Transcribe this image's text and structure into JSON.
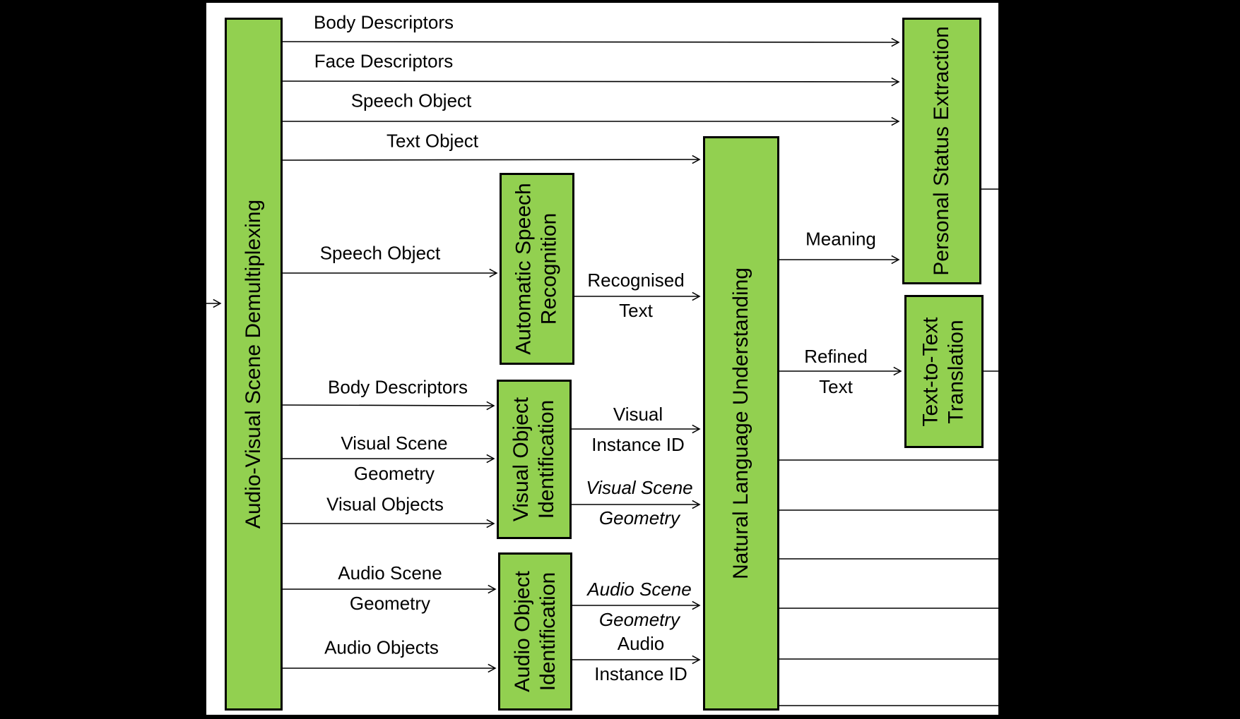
{
  "diagram": {
    "colors": {
      "box_fill": "#92D050",
      "box_border": "#000000",
      "line": "#000000",
      "canvas": "#FFFFFF",
      "background": "#000000"
    },
    "boxes": {
      "avsd": {
        "label": "Audio-Visual Scene Demultiplexing"
      },
      "asr": {
        "line1": "Automatic Speech",
        "line2": "Recognition"
      },
      "voi": {
        "line1": "Visual Object",
        "line2": "Identification"
      },
      "aoi": {
        "line1": "Audio Object",
        "line2": "Identification"
      },
      "nlu": {
        "label": "Natural Language Understanding"
      },
      "pse": {
        "label": "Personal Status Extraction"
      },
      "ttt": {
        "line1": "Text-to-Text",
        "line2": "Translation"
      }
    },
    "flows": {
      "body_descriptors_top": {
        "text": "Body Descriptors"
      },
      "face_descriptors": {
        "text": "Face Descriptors"
      },
      "speech_object_top": {
        "text": "Speech Object"
      },
      "text_object": {
        "text": "Text Object"
      },
      "speech_object_asr": {
        "text": "Speech Object"
      },
      "recognised_text": {
        "line1": "Recognised",
        "line2": "Text"
      },
      "body_descriptors_voi": {
        "text": "Body Descriptors"
      },
      "visual_scene_geometry_in": {
        "line1": "Visual Scene",
        "line2": "Geometry"
      },
      "visual_objects": {
        "text": "Visual Objects"
      },
      "visual_instance_id": {
        "line1": "Visual",
        "line2": "Instance ID"
      },
      "visual_scene_geometry_out": {
        "line1": "Visual Scene",
        "line2": "Geometry",
        "style": "italic"
      },
      "audio_scene_geometry_in": {
        "line1": "Audio Scene",
        "line2": "Geometry"
      },
      "audio_objects": {
        "text": "Audio Objects"
      },
      "audio_scene_geometry_out": {
        "line1": "Audio Scene",
        "line2": "Geometry",
        "style": "italic"
      },
      "audio_instance_id": {
        "line1": "Audio",
        "line2": "Instance ID"
      },
      "meaning": {
        "text": "Meaning"
      },
      "refined_text": {
        "line1": "Refined",
        "line2": "Text"
      }
    }
  }
}
